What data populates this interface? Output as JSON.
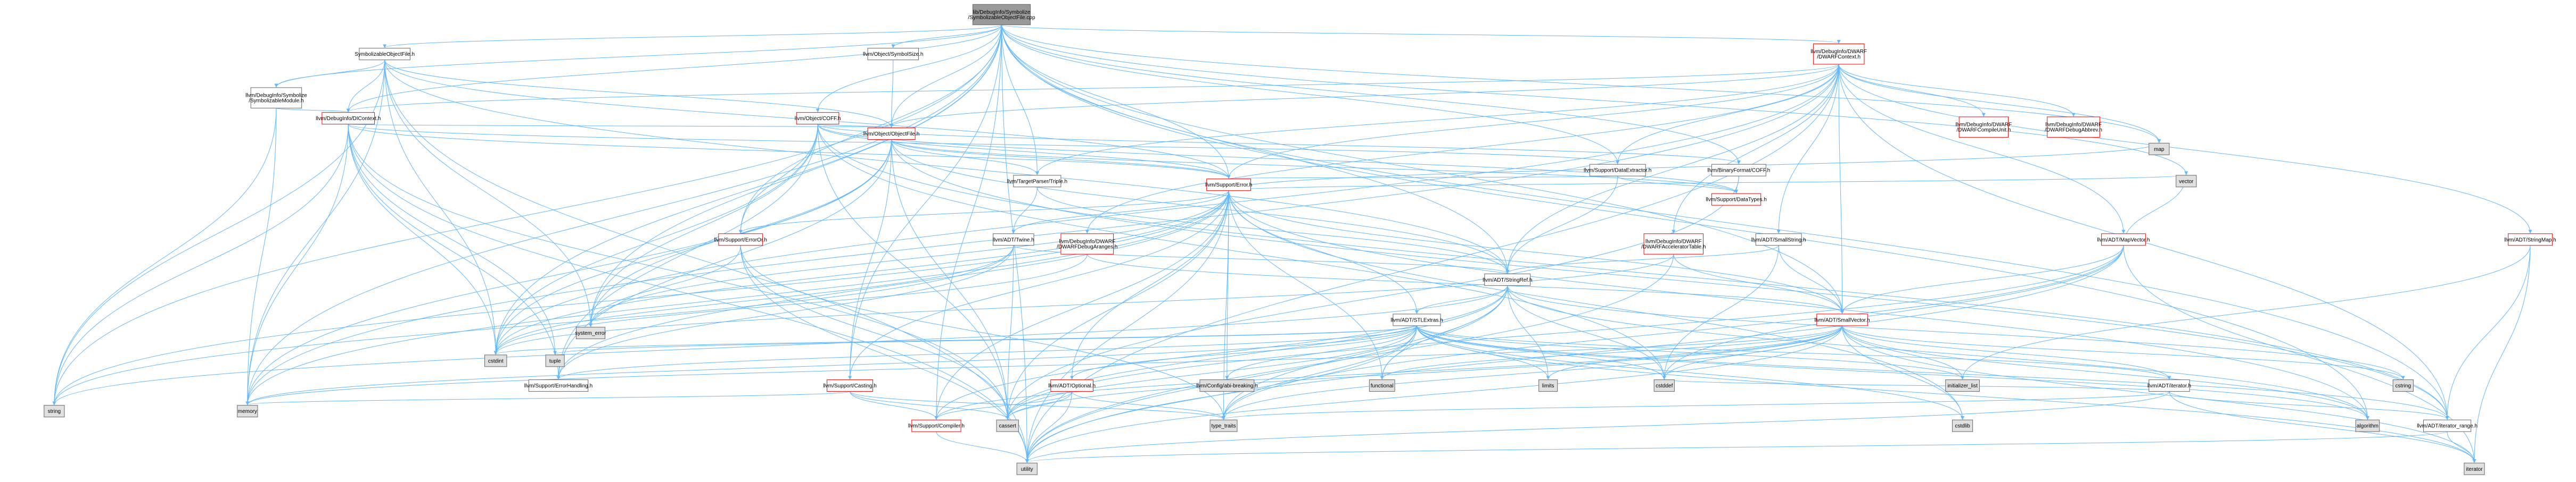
{
  "colors": {
    "root_fill": "#999999",
    "project_fill": "#ffffff",
    "project_border_incomplete": "#ff0000",
    "system_fill": "#e0e0e0",
    "edge": "#63b8ff"
  },
  "nodes": [
    {
      "id": "root",
      "lines": [
        "lib/DebugInfo/Symbolize",
        "/SymbolizableObjectFile.cpp"
      ],
      "kind": "root"
    },
    {
      "id": "symobj",
      "lines": [
        "SymbolizableObjectFile.h"
      ],
      "kind": "project"
    },
    {
      "id": "symsize",
      "lines": [
        "llvm/Object/SymbolSize.h"
      ],
      "kind": "project"
    },
    {
      "id": "dwctx",
      "lines": [
        "llvm/DebugInfo/DWARF",
        "/DWARFContext.h"
      ],
      "kind": "incomplete"
    },
    {
      "id": "symmod",
      "lines": [
        "llvm/DebugInfo/Symbolize",
        "/SymbolizableModule.h"
      ],
      "kind": "project"
    },
    {
      "id": "dictx",
      "lines": [
        "llvm/DebugInfo/DIContext.h"
      ],
      "kind": "incomplete"
    },
    {
      "id": "coff",
      "lines": [
        "llvm/Object/COFF.h"
      ],
      "kind": "incomplete"
    },
    {
      "id": "objfile",
      "lines": [
        "llvm/Object/ObjectFile.h"
      ],
      "kind": "incomplete"
    },
    {
      "id": "dwcu",
      "lines": [
        "llvm/DebugInfo/DWARF",
        "/DWARFCompileUnit.h"
      ],
      "kind": "incomplete"
    },
    {
      "id": "dwabbrev",
      "lines": [
        "llvm/DebugInfo/DWARF",
        "/DWARFDebugAbbrev.h"
      ],
      "kind": "incomplete"
    },
    {
      "id": "map",
      "lines": [
        "map"
      ],
      "kind": "system"
    },
    {
      "id": "dataext",
      "lines": [
        "llvm/Support/DataExtractor.h"
      ],
      "kind": "project"
    },
    {
      "id": "bfcoff",
      "lines": [
        "llvm/BinaryFormat/COFF.h"
      ],
      "kind": "project"
    },
    {
      "id": "triple",
      "lines": [
        "llvm/TargetParser/Triple.h"
      ],
      "kind": "project"
    },
    {
      "id": "error",
      "lines": [
        "llvm/Support/Error.h"
      ],
      "kind": "incomplete"
    },
    {
      "id": "datatypes",
      "lines": [
        "llvm/Support/DataTypes.h"
      ],
      "kind": "incomplete"
    },
    {
      "id": "smallstr",
      "lines": [
        "llvm/ADT/SmallString.h"
      ],
      "kind": "project"
    },
    {
      "id": "dwaranges",
      "lines": [
        "llvm/DebugInfo/DWARF",
        "/DWARFDebugAranges.h"
      ],
      "kind": "incomplete"
    },
    {
      "id": "erroror",
      "lines": [
        "llvm/Support/ErrorOr.h"
      ],
      "kind": "incomplete"
    },
    {
      "id": "twine",
      "lines": [
        "llvm/ADT/Twine.h"
      ],
      "kind": "project"
    },
    {
      "id": "dwaccel",
      "lines": [
        "llvm/DebugInfo/DWARF",
        "/DWARFAcceleratorTable.h"
      ],
      "kind": "incomplete"
    },
    {
      "id": "mapvec",
      "lines": [
        "llvm/ADT/MapVector.h"
      ],
      "kind": "incomplete"
    },
    {
      "id": "strmap",
      "lines": [
        "llvm/ADT/StringMap.h"
      ],
      "kind": "incomplete"
    },
    {
      "id": "strref",
      "lines": [
        "llvm/ADT/StringRef.h"
      ],
      "kind": "project"
    },
    {
      "id": "stlextras",
      "lines": [
        "llvm/ADT/STLExtras.h"
      ],
      "kind": "project"
    },
    {
      "id": "smallvec",
      "lines": [
        "llvm/ADT/SmallVector.h"
      ],
      "kind": "incomplete"
    },
    {
      "id": "syserr",
      "lines": [
        "system_error"
      ],
      "kind": "system"
    },
    {
      "id": "cstdint",
      "lines": [
        "cstdint"
      ],
      "kind": "system"
    },
    {
      "id": "tuple",
      "lines": [
        "tuple"
      ],
      "kind": "system"
    },
    {
      "id": "errhandling",
      "lines": [
        "llvm/Support/ErrorHandling.h"
      ],
      "kind": "project"
    },
    {
      "id": "casting",
      "lines": [
        "llvm/Support/Casting.h"
      ],
      "kind": "incomplete"
    },
    {
      "id": "optional",
      "lines": [
        "llvm/ADT/Optional.h"
      ],
      "kind": "incomplete"
    },
    {
      "id": "config",
      "lines": [
        "llvm/Config/abi-breaking.h"
      ],
      "kind": "system"
    },
    {
      "id": "functional",
      "lines": [
        "functional"
      ],
      "kind": "system"
    },
    {
      "id": "limits",
      "lines": [
        "limits"
      ],
      "kind": "system"
    },
    {
      "id": "cstddef",
      "lines": [
        "cstddef"
      ],
      "kind": "system"
    },
    {
      "id": "initlist",
      "lines": [
        "initializer_list"
      ],
      "kind": "system"
    },
    {
      "id": "adtiter",
      "lines": [
        "llvm/ADT/iterator.h"
      ],
      "kind": "project"
    },
    {
      "id": "cstring",
      "lines": [
        "cstring"
      ],
      "kind": "system"
    },
    {
      "id": "vector",
      "lines": [
        "vector"
      ],
      "kind": "system"
    },
    {
      "id": "string",
      "lines": [
        "string"
      ],
      "kind": "system"
    },
    {
      "id": "memory",
      "lines": [
        "memory"
      ],
      "kind": "system"
    },
    {
      "id": "compiler",
      "lines": [
        "llvm/Support/Compiler.h"
      ],
      "kind": "incomplete"
    },
    {
      "id": "cassert",
      "lines": [
        "cassert"
      ],
      "kind": "system"
    },
    {
      "id": "typetraits",
      "lines": [
        "type_traits"
      ],
      "kind": "system"
    },
    {
      "id": "cstdlib",
      "lines": [
        "cstdlib"
      ],
      "kind": "system"
    },
    {
      "id": "algorithm",
      "lines": [
        "algorithm"
      ],
      "kind": "system"
    },
    {
      "id": "iterrange",
      "lines": [
        "llvm/ADT/iterator_range.h"
      ],
      "kind": "project"
    },
    {
      "id": "utility",
      "lines": [
        "utility"
      ],
      "kind": "system"
    },
    {
      "id": "iterator",
      "lines": [
        "iterator"
      ],
      "kind": "system"
    }
  ]
}
